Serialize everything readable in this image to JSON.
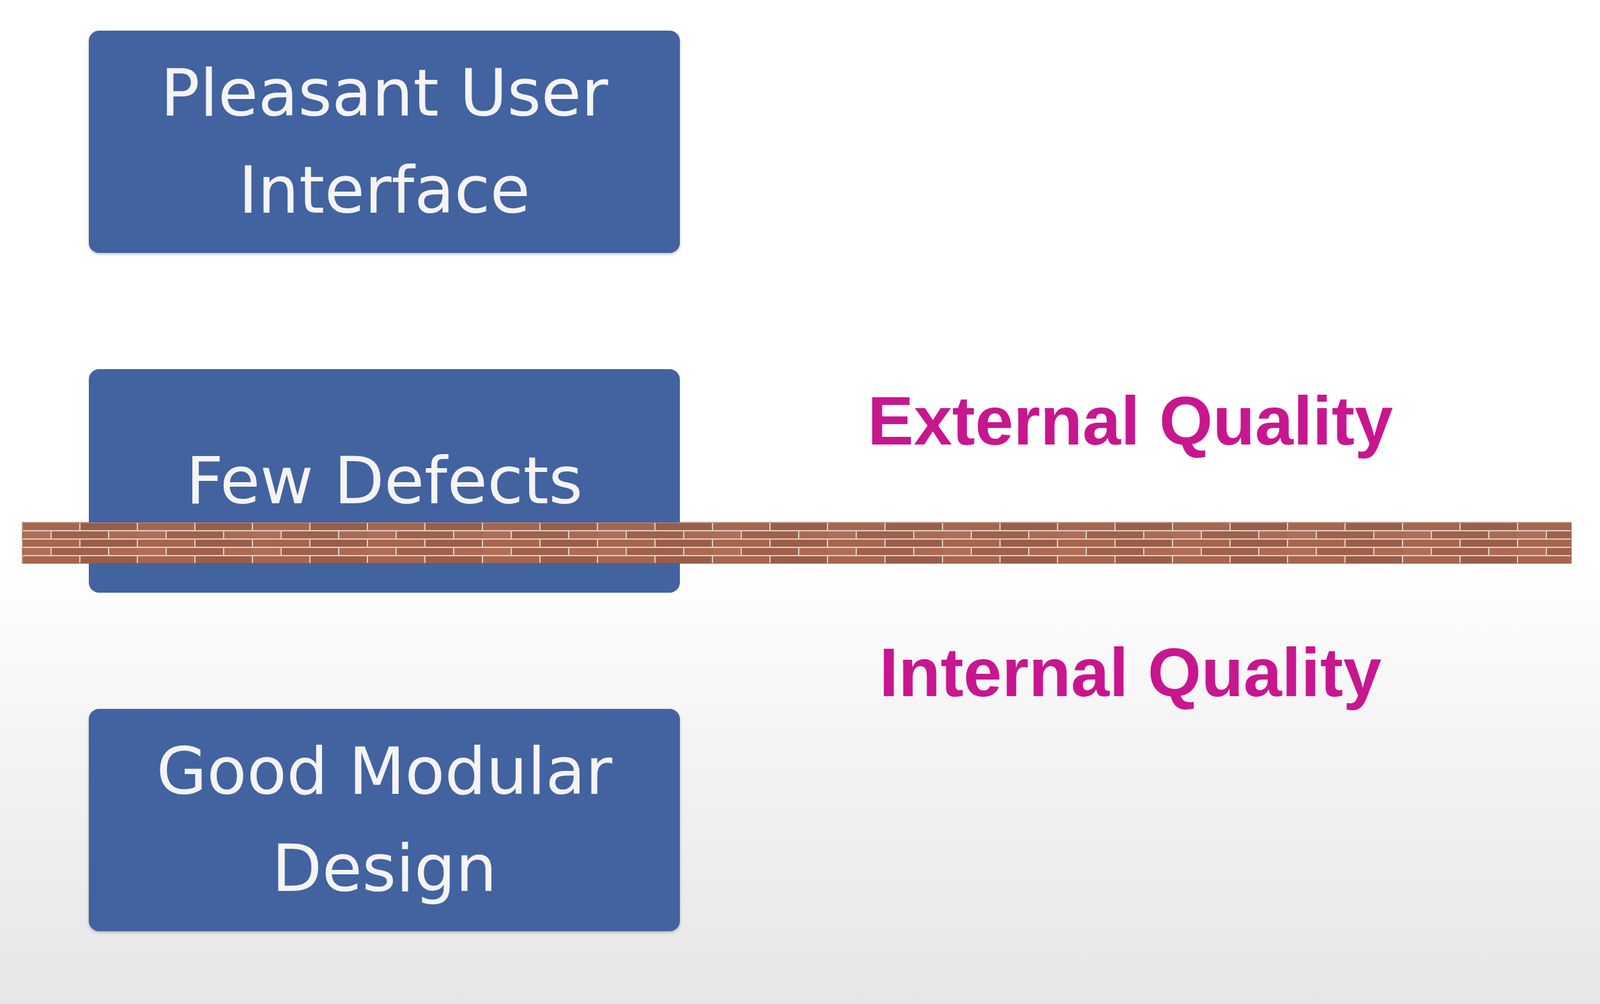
{
  "diagram": {
    "nodes": [
      {
        "text": [
          "Pleasant User Interface"
        ]
      },
      {
        "text": [
          "Few Defects"
        ]
      },
      {
        "text": [
          "Good Modular Design"
        ]
      }
    ],
    "labels": [
      "External Quality",
      "Internal Quality"
    ]
  }
}
